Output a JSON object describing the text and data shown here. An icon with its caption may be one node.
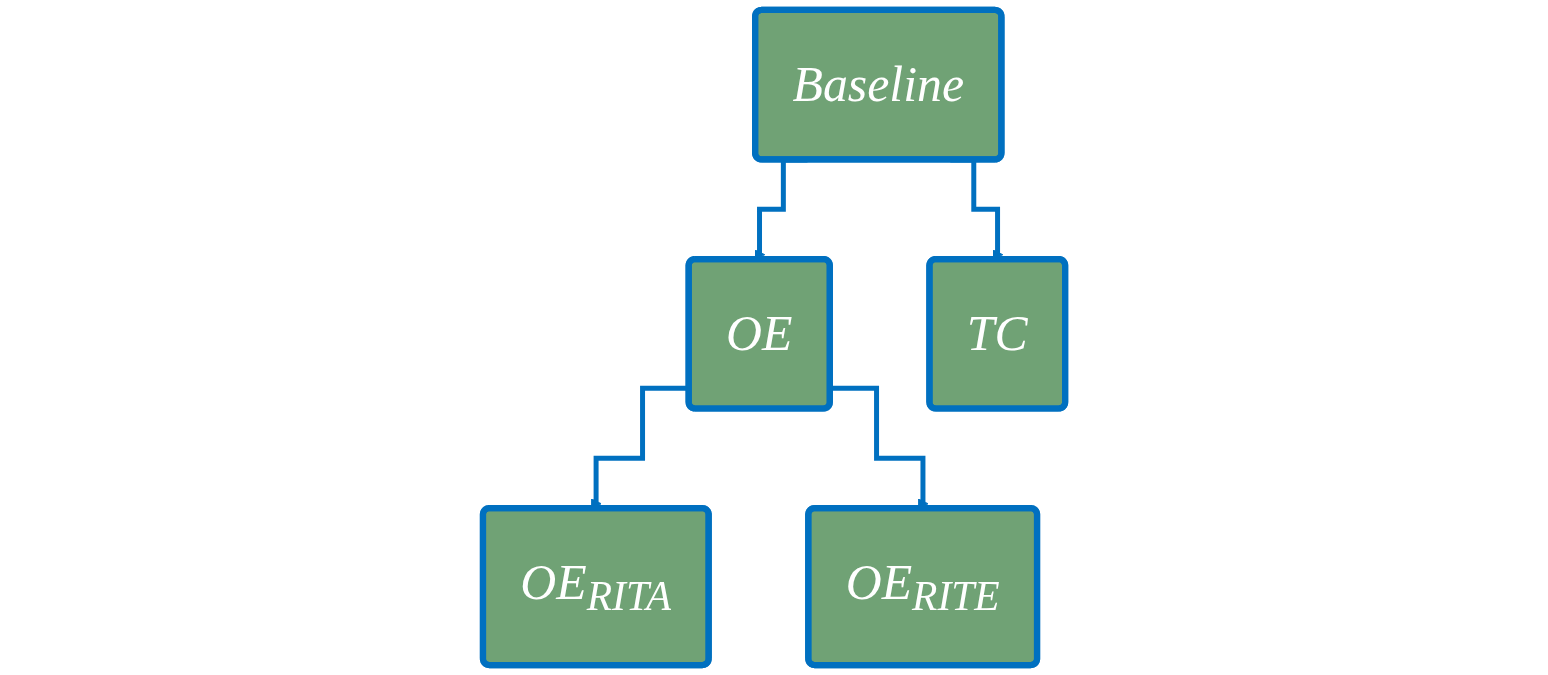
{
  "diagram": {
    "nodes": [
      {
        "text": [
          "Baseline"
        ]
      },
      {
        "text": [
          "OE"
        ]
      },
      {
        "text": [
          "TC"
        ]
      },
      {
        "text": [
          "OE$_{RITA}$"
        ]
      },
      {
        "text": [
          "OE$_{RITE}$"
        ]
      }
    ],
    "edges": [
      {
        "from": 0,
        "to": 1,
        "arrow": "to"
      },
      {
        "from": 0,
        "to": 2,
        "arrow": "to"
      },
      {
        "from": 1,
        "to": 3,
        "arrow": "to"
      },
      {
        "from": 1,
        "to": 4,
        "arrow": "to"
      }
    ]
  }
}
